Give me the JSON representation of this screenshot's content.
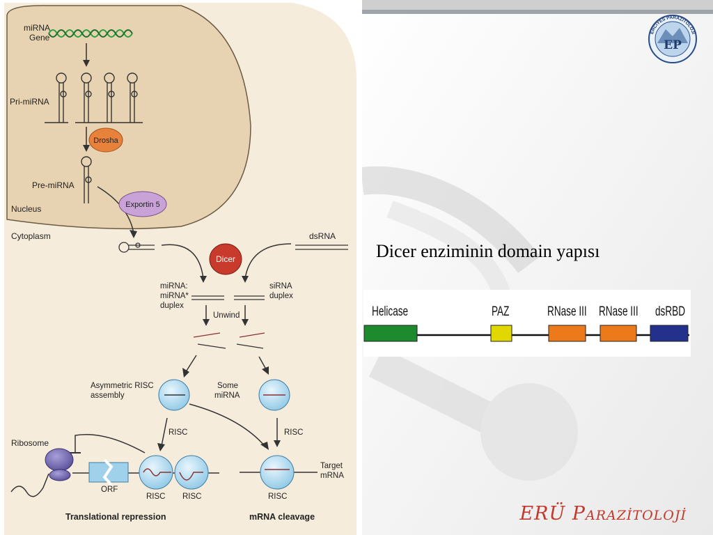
{
  "pathway": {
    "mirna_gene": "miRNA\nGene",
    "pri_mirna": "Pri-miRNA",
    "drosha": "Drosha",
    "pre_mirna": "Pre-miRNA",
    "exportin5": "Exportin 5",
    "nucleus": "Nucleus",
    "cytoplasm": "Cytoplasm",
    "dsrna": "dsRNA",
    "dicer": "Dicer",
    "mirna_duplex": "miRNA:\nmiRNA*\nduplex",
    "sirna_duplex": "siRNA\nduplex",
    "unwind": "Unwind",
    "asym_risc": "Asymmetric RISC\nassembly",
    "some_mirna": "Some\nmiRNA",
    "risc": "RISC",
    "ribosome": "Ribosome",
    "orf": "ORF",
    "target_mrna": "Target\nmRNA",
    "translational_repression": "Translational repression",
    "mrna_cleavage": "mRNA cleavage"
  },
  "slide_title": "Dicer enziminin domain yapısı",
  "domains": [
    {
      "label": "Helicase",
      "color": "#1e8a2e"
    },
    {
      "label": "PAZ",
      "color": "#e0d800"
    },
    {
      "label": "RNase III",
      "color": "#ec7a1a"
    },
    {
      "label": "RNase III",
      "color": "#ec7a1a"
    },
    {
      "label": "dsRBD",
      "color": "#23318c"
    }
  ],
  "logo": {
    "text": "ERCİYES PARAZİTOLOJİ",
    "monogram": "EP"
  },
  "footer": {
    "brand_big1": "ER",
    "brand_u": "Ü",
    "brand_big2": "P",
    "brand_small": "ARAZİTOLOJİ"
  }
}
